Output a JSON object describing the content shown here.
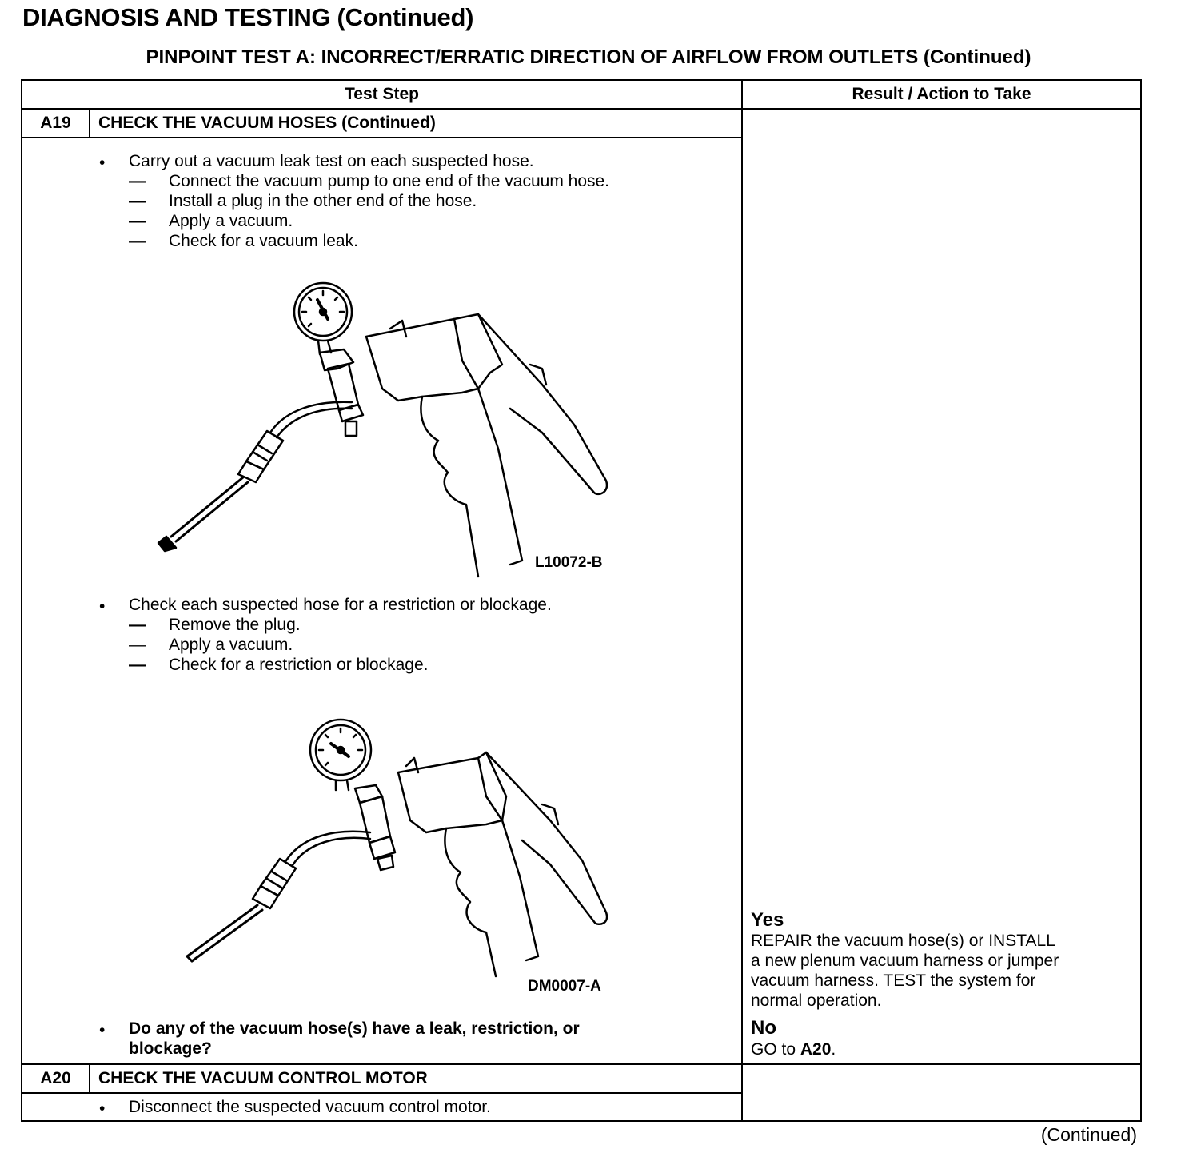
{
  "page": {
    "heading": "DIAGNOSIS AND TESTING (Continued)",
    "subheading": "PINPOINT TEST  A: INCORRECT/ERRATIC DIRECTION OF AIRFLOW FROM OUTLETS (Continued)",
    "footer": "(Continued)"
  },
  "table": {
    "header": {
      "test_step": "Test Step",
      "result_action": "Result / Action to Take"
    },
    "a19": {
      "id": "A19",
      "title": "CHECK THE VACUUM HOSES (Continued)",
      "step1": {
        "text": "Carry out a vacuum leak test on each suspected hose.",
        "subs": [
          "Connect the vacuum pump to one end of the vacuum hose.",
          "Install a plug in the other end of the hose.",
          "Apply a vacuum.",
          "Check for a vacuum leak."
        ]
      },
      "figure1": {
        "code": "L10072-B",
        "icon": "vacuum-pump-with-plugged-hose-icon"
      },
      "step2": {
        "text": "Check each suspected hose for a restriction or blockage.",
        "subs": [
          "Remove the plug.",
          "Apply a vacuum.",
          "Check for a restriction or blockage."
        ]
      },
      "figure2": {
        "code": "DM0007-A",
        "icon": "vacuum-pump-with-open-hose-icon"
      },
      "question_line1": "Do any of the vacuum hose(s) have a leak, restriction, or",
      "question_line2": "blockage?",
      "result": {
        "yes_label": "Yes",
        "yes_lines": [
          "REPAIR the vacuum hose(s) or INSTALL",
          "a new plenum vacuum harness or jumper",
          "vacuum harness. TEST the system for",
          "normal operation."
        ],
        "no_label": "No",
        "no_prefix": "GO to ",
        "no_target": "A20",
        "no_suffix": "."
      }
    },
    "a20": {
      "id": "A20",
      "title": "CHECK THE VACUUM CONTROL MOTOR",
      "step1": "Disconnect the suspected vacuum control motor."
    }
  }
}
